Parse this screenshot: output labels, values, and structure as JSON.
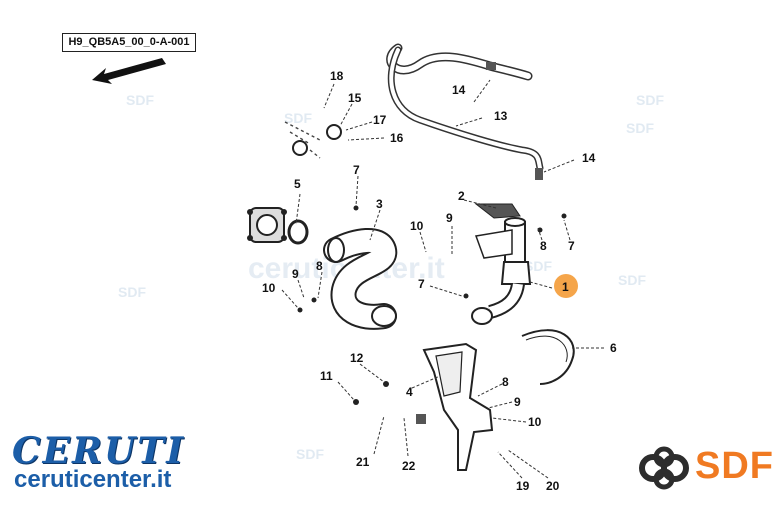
{
  "drawing_code": "H9_QB5A5_00_0-A-001",
  "callouts": {
    "c1": "1",
    "c2": "2",
    "c3": "3",
    "c4": "4",
    "c5": "5",
    "c6": "6",
    "c7a": "7",
    "c7b": "7",
    "c7c": "7",
    "c8a": "8",
    "c8b": "8",
    "c8c": "8",
    "c9a": "9",
    "c9b": "9",
    "c9c": "9",
    "c10a": "10",
    "c10b": "10",
    "c10c": "10",
    "c11": "11",
    "c12": "12",
    "c13": "13",
    "c14a": "14",
    "c14b": "14",
    "c15": "15",
    "c16": "16",
    "c17": "17",
    "c18": "18",
    "c19": "19",
    "c20": "20",
    "c21": "21",
    "c22": "22"
  },
  "brand": {
    "logo_text": "CERUTI",
    "website": "ceruticenter.it"
  },
  "manufacturer": {
    "name": "SDF",
    "watermark": "SDF",
    "website_watermark": "ceruticenter.it"
  },
  "colors": {
    "ceruti_blue": "#1c5ea8",
    "sdf_orange": "#f07a22",
    "highlight_orange": "#f5a54a"
  }
}
